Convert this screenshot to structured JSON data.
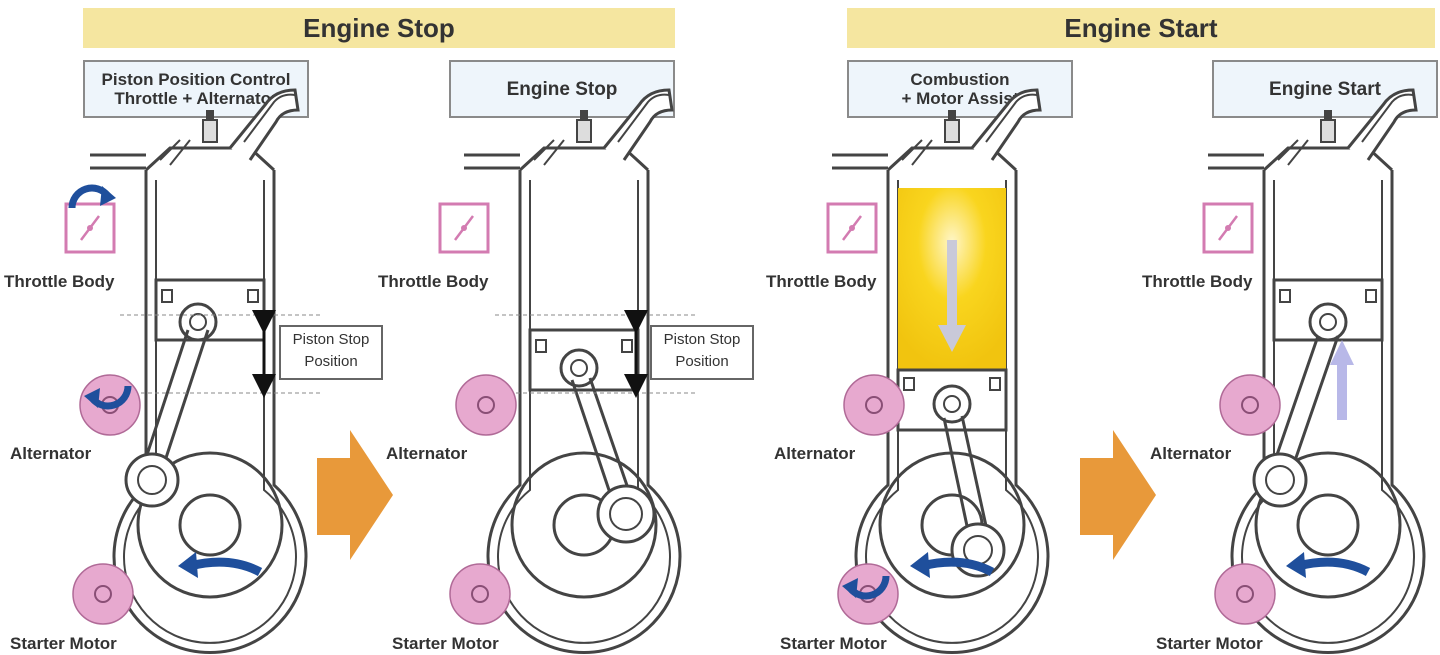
{
  "sections": [
    {
      "title": "Engine Stop",
      "steps": [
        {
          "lines": [
            "Piston Position Control",
            "Throttle + Alternator"
          ]
        },
        {
          "lines": [
            "Engine Stop"
          ]
        }
      ]
    },
    {
      "title": "Engine Start",
      "steps": [
        {
          "lines": [
            "Combustion",
            "+ Motor Assist"
          ]
        },
        {
          "lines": [
            "Engine Start"
          ]
        }
      ]
    }
  ],
  "labels": {
    "throttle_body": "Throttle Body",
    "alternator": "Alternator",
    "starter_motor": "Starter Motor",
    "piston_stop_position": [
      "Piston Stop",
      "Position"
    ]
  },
  "colors": {
    "banner": "#f5e6a0",
    "step_box": "#eef5fb",
    "arrow": "#e8993a",
    "pulley": "#e7a9cf",
    "rotation_arrow": "#1f4f9c",
    "combustion": "#f7d61a"
  }
}
